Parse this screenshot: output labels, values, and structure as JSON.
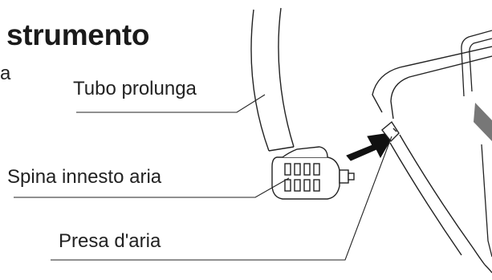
{
  "heading": {
    "title": "strumento",
    "left_fragment": "a"
  },
  "callouts": {
    "tube": "Tubo prolunga",
    "plug": "Spina innesto aria",
    "socket": "Presa d'aria"
  },
  "colors": {
    "line": "#222222",
    "arrow": "#111111",
    "accent_strip": "#777777"
  }
}
